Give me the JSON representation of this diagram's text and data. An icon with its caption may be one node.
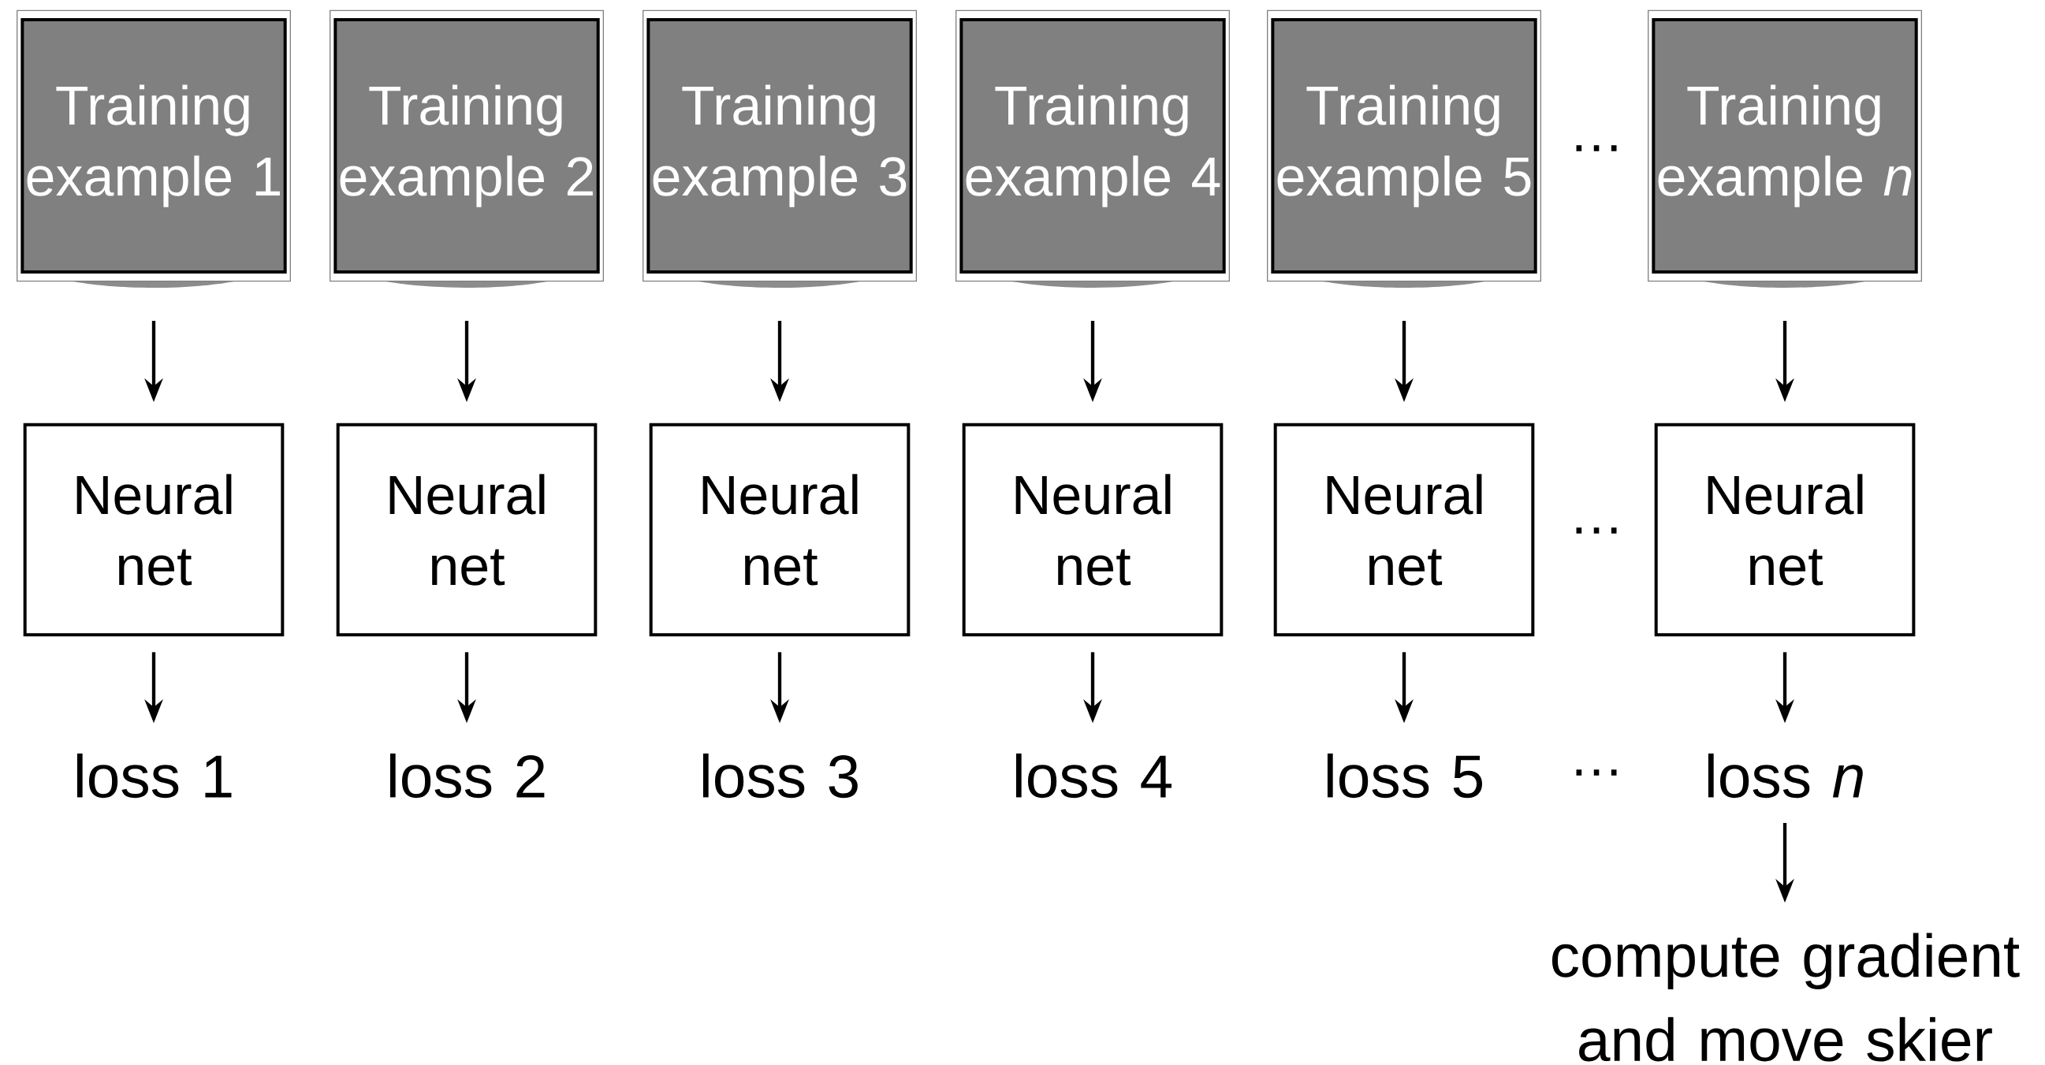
{
  "diagram": {
    "nodes": [
      {
        "text": [
          "Training example 1"
        ]
      },
      {
        "text": [
          "Training example 2"
        ]
      },
      {
        "text": [
          "Training example 3"
        ]
      },
      {
        "text": [
          "Training example 4"
        ]
      },
      {
        "text": [
          "Training example 5"
        ]
      },
      {
        "text": [
          "Training example *n*"
        ]
      },
      {
        "text": [
          "Neural net"
        ]
      },
      {
        "text": [
          "Neural net"
        ]
      },
      {
        "text": [
          "Neural net"
        ]
      },
      {
        "text": [
          "Neural net"
        ]
      },
      {
        "text": [
          "Neural net"
        ]
      },
      {
        "text": [
          "Neural net"
        ]
      },
      {
        "text": [
          "loss 1"
        ]
      },
      {
        "text": [
          "loss 2"
        ]
      },
      {
        "text": [
          "loss 3"
        ]
      },
      {
        "text": [
          "loss 4"
        ]
      },
      {
        "text": [
          "loss 5"
        ]
      },
      {
        "text": [
          "loss *n*"
        ]
      },
      {
        "text": [
          "compute gradient and move skier"
        ]
      }
    ],
    "edges": [
      {
        "from": 0,
        "to": 6,
        "arrow": "to"
      },
      {
        "from": 1,
        "to": 7,
        "arrow": "to"
      },
      {
        "from": 2,
        "to": 8,
        "arrow": "to"
      },
      {
        "from": 3,
        "to": 9,
        "arrow": "to"
      },
      {
        "from": 4,
        "to": 10,
        "arrow": "to"
      },
      {
        "from": 5,
        "to": 11,
        "arrow": "to"
      },
      {
        "from": 6,
        "to": 12,
        "arrow": "to"
      },
      {
        "from": 7,
        "to": 13,
        "arrow": "to"
      },
      {
        "from": 8,
        "to": 14,
        "arrow": "to"
      },
      {
        "from": 9,
        "to": 15,
        "arrow": "to"
      },
      {
        "from": 10,
        "to": 16,
        "arrow": "to"
      },
      {
        "from": 11,
        "to": 17,
        "arrow": "to"
      },
      {
        "from": 17,
        "to": 18,
        "arrow": "to"
      }
    ],
    "labels": [
      "…",
      "…",
      "…"
    ]
  }
}
